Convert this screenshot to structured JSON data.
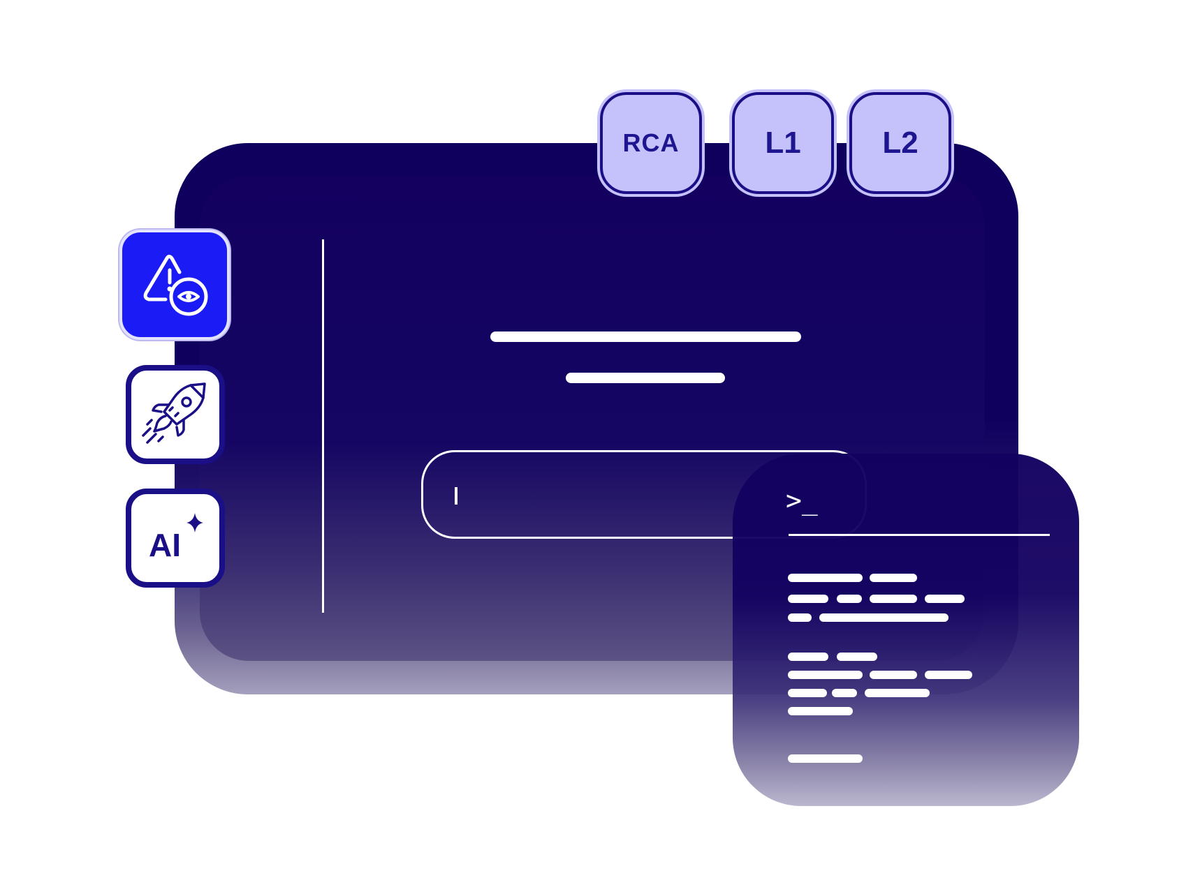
{
  "badges": {
    "rca": "RCA",
    "l1": "L1",
    "l2": "L2"
  },
  "tools": [
    {
      "icon": "alert-eye-icon",
      "active": true
    },
    {
      "icon": "rocket-icon",
      "active": false
    },
    {
      "icon": "ai-sparkle-icon",
      "label": "AI",
      "active": false
    }
  ],
  "terminal": {
    "prompt": ">_"
  },
  "colors": {
    "window": "#10005e",
    "badge_fill": "#c4c1fb",
    "badge_text": "#1e1690",
    "active_tool": "#1a1bf5",
    "tool_border": "#1a0f86"
  }
}
